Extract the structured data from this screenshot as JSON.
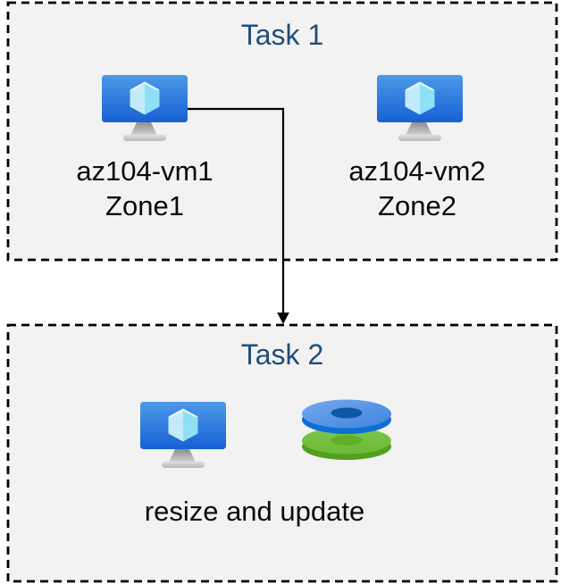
{
  "style": {
    "page_background": "#ffffff",
    "box_fill": "#f2f2f2",
    "box_border_color": "#000000",
    "title_color": "#1f4e79",
    "label_color": "#0a0a0a",
    "arrow_color": "#000000",
    "vm_screen_top": "#4d99e8",
    "vm_screen_bottom": "#1661d3",
    "disk_blue": "#0c6fd2",
    "disk_green": "#54a01d"
  },
  "task1": {
    "title": "Task 1",
    "vm1": {
      "name": "az104-vm1",
      "zone": "Zone1",
      "icon": "azure-virtual-machine-icon"
    },
    "vm2": {
      "name": "az104-vm2",
      "zone": "Zone2",
      "icon": "azure-virtual-machine-icon"
    }
  },
  "task2": {
    "title": "Task 2",
    "caption": "resize and update",
    "icons": [
      "azure-virtual-machine-icon",
      "azure-disks-icon"
    ]
  },
  "arrow": {
    "from": "az104-vm1",
    "to": "Task 2"
  }
}
